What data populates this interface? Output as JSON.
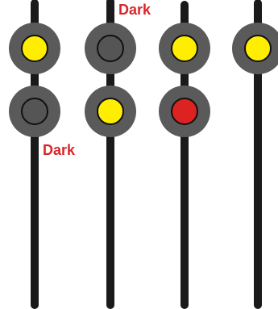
{
  "colors": {
    "pole": "#1a1a1a",
    "housing": "#5a5a5a",
    "lamp_outline": "#111111",
    "yellow": "#ffee00",
    "red": "#dd2222",
    "dark": "#555555",
    "label": "#d9262b"
  },
  "signals": [
    {
      "name": "signal-1",
      "lamps": [
        {
          "state": "yellow"
        },
        {
          "state": "dark"
        }
      ]
    },
    {
      "name": "signal-2",
      "lamps": [
        {
          "state": "dark"
        },
        {
          "state": "yellow"
        }
      ]
    },
    {
      "name": "signal-3",
      "lamps": [
        {
          "state": "yellow"
        },
        {
          "state": "red"
        }
      ]
    },
    {
      "name": "signal-4",
      "lamps": [
        {
          "state": "yellow"
        }
      ]
    }
  ],
  "labels": {
    "dark_top": "Dark",
    "dark_bottom": "Dark"
  }
}
